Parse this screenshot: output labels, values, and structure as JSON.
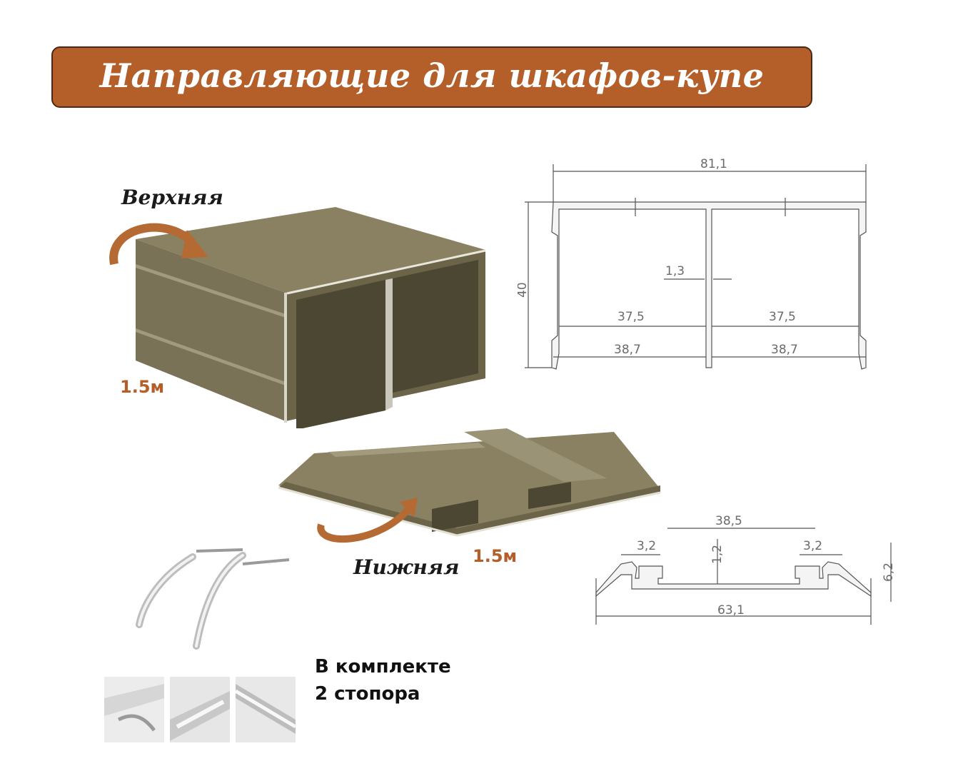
{
  "header": {
    "title": "Направляющие для шкафов-купе"
  },
  "upper_rail": {
    "label": "Верхняя",
    "length": "1.5м"
  },
  "lower_rail": {
    "label": "Нижняя",
    "length": "1.5м"
  },
  "upper_drawing": {
    "total_width": "81,1",
    "height": "40",
    "wall": "1,3",
    "inner_left": "37,5",
    "inner_right": "37,5",
    "outer_left": "38,7",
    "outer_right": "38,7"
  },
  "lower_drawing": {
    "channel": "38,5",
    "slot_left": "3,2",
    "slot_right": "3,2",
    "thickness": "1,2",
    "height": "6,2",
    "total_width": "63,1"
  },
  "kit": {
    "line1": "В комплекте",
    "line2": "2 стопора"
  },
  "colors": {
    "banner": "#b45f2a",
    "bronze": "#7d7456",
    "accent": "#b45f2a"
  }
}
